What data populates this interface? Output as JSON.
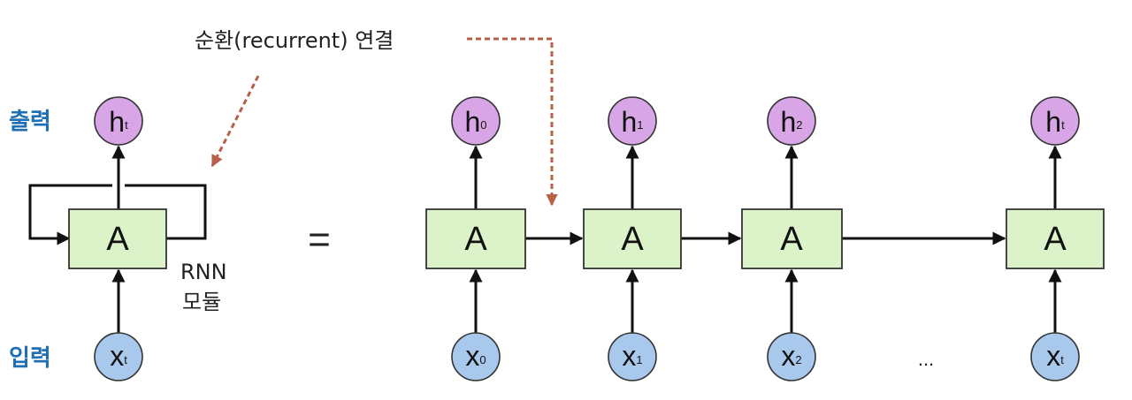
{
  "labels": {
    "recurrent_caption": "순환(recurrent) 연결",
    "output": "출력",
    "input": "입력",
    "module_line1": "RNN",
    "module_line2": "모듈",
    "equals": "=",
    "ellipsis": "..."
  },
  "cell_label": "A",
  "rolled": {
    "output_var": "h",
    "output_sub": "t",
    "input_var": "x",
    "input_sub": "t"
  },
  "unrolled": [
    {
      "output_var": "h",
      "output_sub": "0",
      "input_var": "x",
      "input_sub": "0"
    },
    {
      "output_var": "h",
      "output_sub": "1",
      "input_var": "x",
      "input_sub": "1"
    },
    {
      "output_var": "h",
      "output_sub": "2",
      "input_var": "x",
      "input_sub": "2"
    },
    {
      "output_var": "h",
      "output_sub": "t",
      "input_var": "x",
      "input_sub": "t"
    }
  ],
  "colors": {
    "output_node": "#d8a6e6",
    "input_node": "#a9c9ec",
    "cell": "#dcf2c8",
    "side_label": "#1f6fb5",
    "recurrent_arrow": "#b5604a"
  }
}
